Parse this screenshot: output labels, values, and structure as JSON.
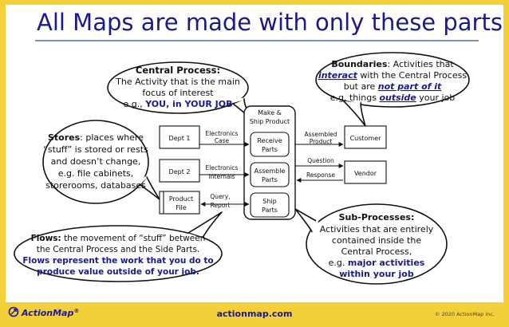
{
  "title": "All Maps are made with only these parts",
  "central_bubble": {
    "heading": "Central Process:",
    "line1": "The Activity that is the main",
    "line2": "focus of interest",
    "line3_prefix": "e.g., ",
    "line3_emph": "YOU, in YOUR JOB"
  },
  "boundaries_bubble": {
    "heading": "Boundaries",
    "line1_rest": ":  Activities that",
    "line2_emph": "interact",
    "line2_rest": " with the Central Process",
    "line3_prefix": "but are  ",
    "line3_emph": "not part of it",
    "line4_prefix": "e.g. things ",
    "line4_emph": "outside",
    "line4_rest": " your job"
  },
  "stores_bubble": {
    "heading": "Stores",
    "line1_rest": ": places where",
    "line2": "“stuff” is stored or rests",
    "line3": "and doesn’t change,",
    "line4": "e.g. file cabinets,",
    "line5": "storerooms, databases"
  },
  "flows_bubble": {
    "heading": "Flows:",
    "line1_rest": "  the movement of “stuff” between",
    "line2": "the Central Process and the Side Parts.",
    "line3": "Flows represent the work that you do to",
    "line4": "produce value outside of your job."
  },
  "subprocess_bubble": {
    "heading": "Sub-Processes:",
    "line1": "Activities that are entirely",
    "line2": "contained inside the",
    "line3": "Central Process,",
    "line4_prefix": "e.g. ",
    "line4_emph": "major activities",
    "line5": "within your job"
  },
  "diagram": {
    "central_title_1": "Make &",
    "central_title_2": "Ship Product",
    "dept1": "Dept 1",
    "dept2": "Dept 2",
    "store_1": "Product",
    "store_2": "File",
    "customer": "Customer",
    "vendor": "Vendor",
    "sub1_1": "Receive",
    "sub1_2": "Parts",
    "sub2_1": "Assemble",
    "sub2_2": "Parts",
    "sub3_1": "Ship",
    "sub3_2": "Parts",
    "flow1_1": "Electronics",
    "flow1_2": "Case",
    "flow2_1": "Electronics",
    "flow2_2": "Internals",
    "flow3_1": "Query,",
    "flow3_2": "Report",
    "flow4_1": "Assembled",
    "flow4_2": "Product",
    "flow5": "Question",
    "flow6": "Response"
  },
  "footer": {
    "logo": "ActionMap",
    "logo_mark": "®",
    "url": "actionmap.com",
    "copyright": "© 2020 ActionMap Inc."
  },
  "colors": {
    "frame": "#f3cf3a",
    "title": "#1a1a8c",
    "emphasis": "#1a1a8c",
    "divider": "#3a4aa0"
  }
}
